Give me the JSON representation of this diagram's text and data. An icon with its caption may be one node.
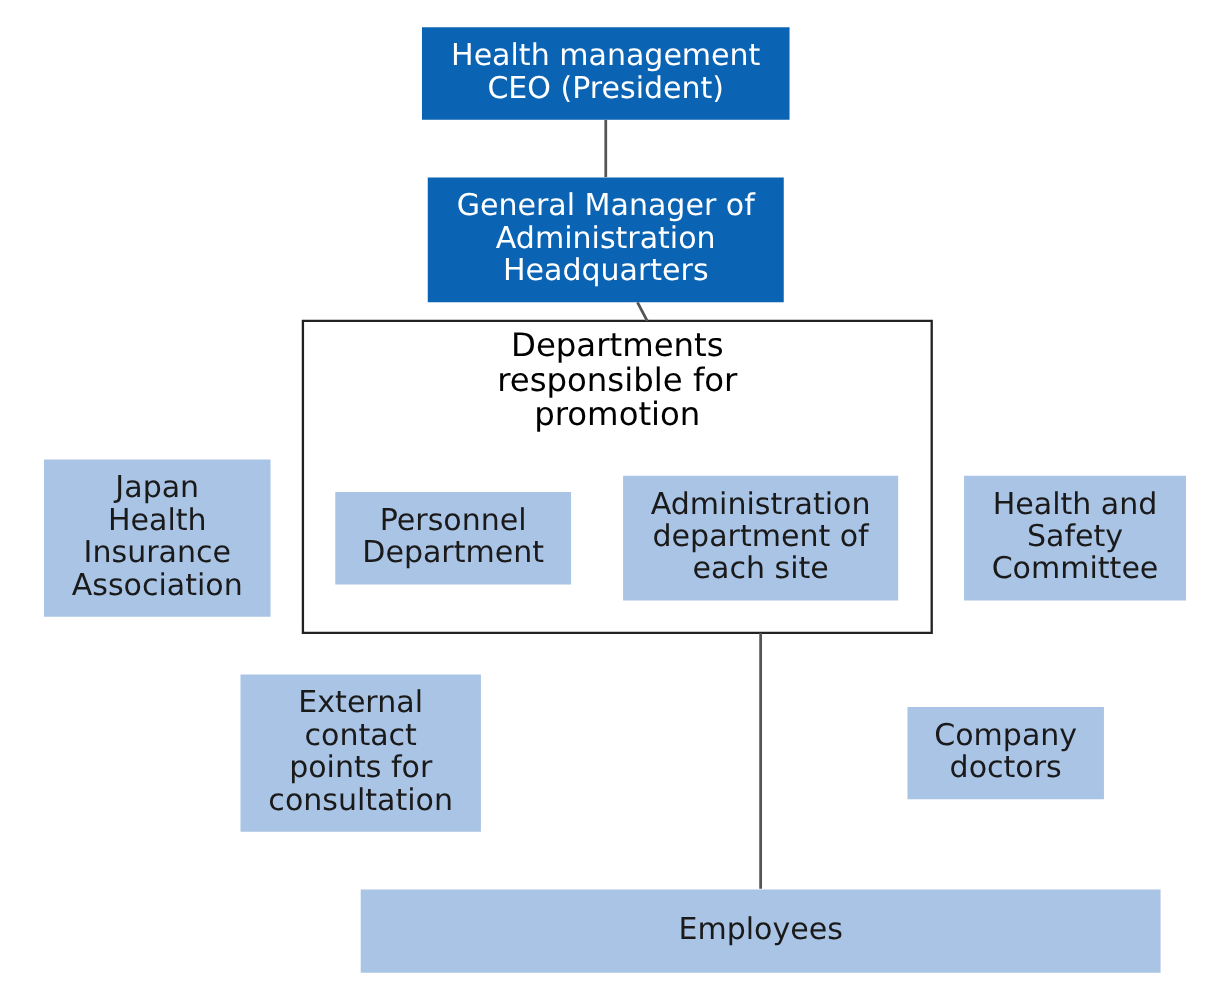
{
  "diagram": {
    "nodes": [
      {
        "text": [
          "Health management CEO (President)"
        ]
      },
      {
        "text": [
          "General Manager of Administration Headquarters"
        ]
      },
      {
        "text": [
          "Japan Health Insurance Association"
        ]
      },
      {
        "text": [
          "External contact points for consultation"
        ]
      },
      {
        "text": [
          "Departments responsible for promotion"
        ]
      },
      {
        "text": [
          "Administration department of each site"
        ],
        "in": 4
      },
      {
        "text": [
          "Personnel Department"
        ],
        "in": 4
      },
      {
        "text": [
          "Health and Safety Committee"
        ]
      },
      {
        "text": [
          "Company doctors"
        ]
      },
      {
        "text": [
          "Employees"
        ]
      }
    ],
    "edges": [
      {
        "from": 0,
        "to": 1,
        "arrow": "none"
      },
      {
        "from": 1,
        "to": 4,
        "arrow": "none"
      },
      {
        "from": 4,
        "to": 9,
        "arrow": "none"
      }
    ]
  }
}
